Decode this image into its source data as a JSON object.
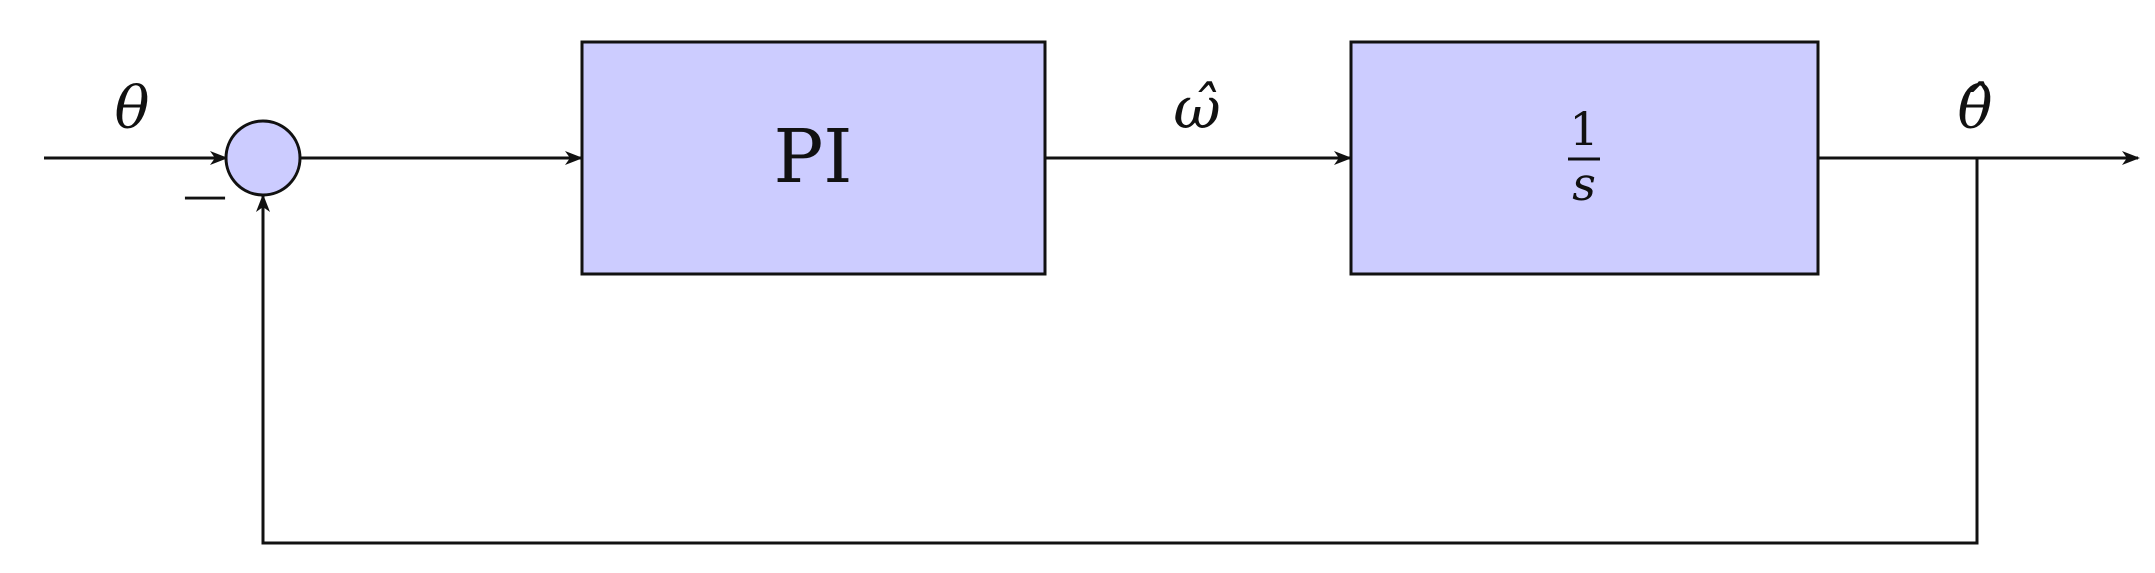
{
  "diagram": {
    "input_label": "θ",
    "minus_sign": "—",
    "block_pi": {
      "label": "PI"
    },
    "intermediate_label": "ω̂",
    "block_integrator": {
      "numerator": "1",
      "denominator": "s"
    },
    "output_label": "θ̂"
  },
  "colors": {
    "block_fill": "#ccccff",
    "stroke": "#111111",
    "background": "#ffffff"
  }
}
